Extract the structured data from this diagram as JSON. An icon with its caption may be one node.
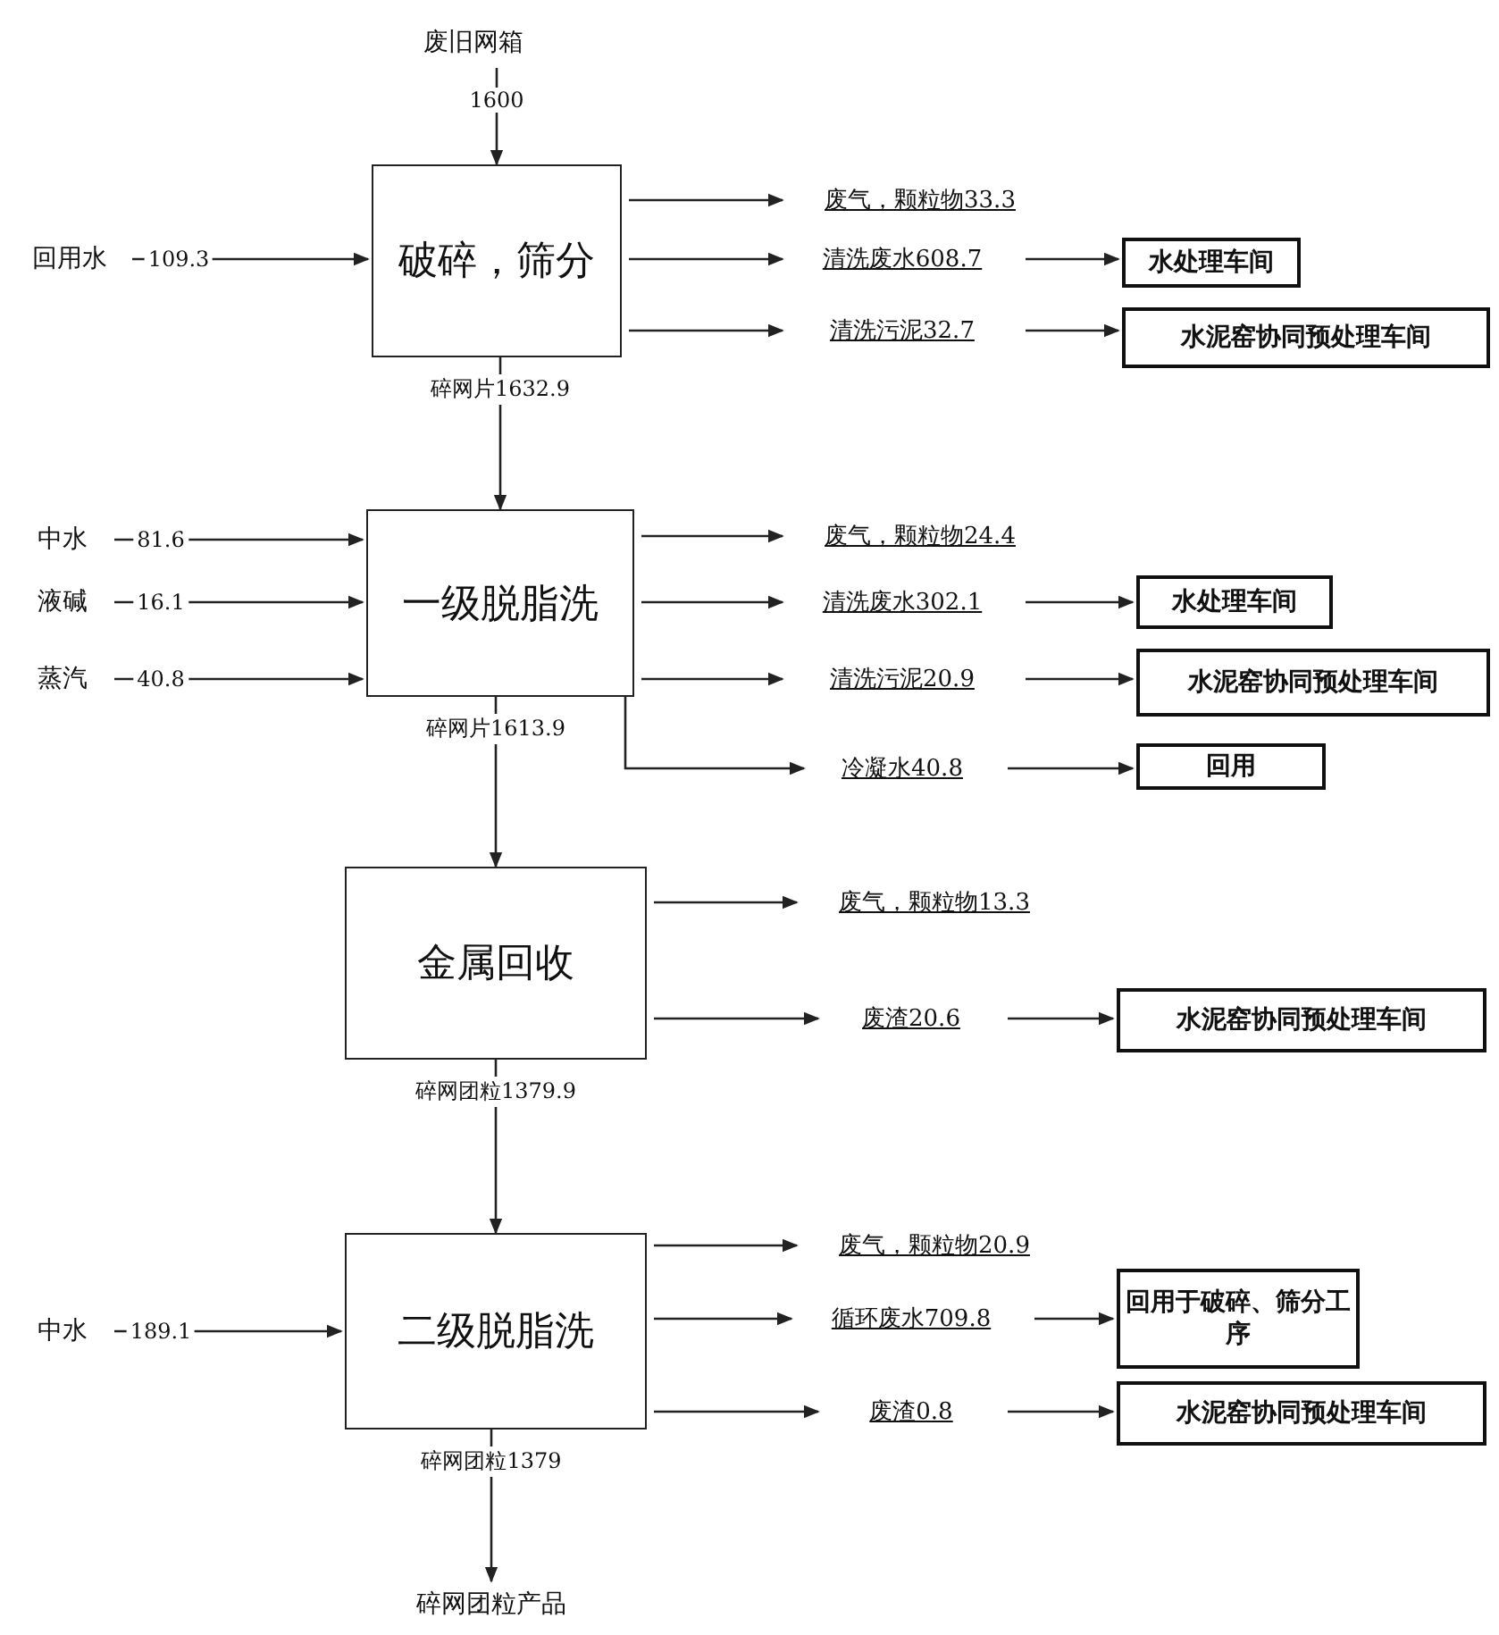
{
  "diagram": {
    "nodes": [
      {
        "text": [
          "废旧网箱"
        ]
      },
      {
        "text": [
          "回用水"
        ]
      },
      {
        "text": [
          "破碎，筛分"
        ]
      },
      {
        "text": [
          "废气，颗粒物33.3"
        ]
      },
      {
        "text": [
          "清洗废水608.7"
        ]
      },
      {
        "text": [
          "水处理车间"
        ]
      },
      {
        "text": [
          "清洗污泥32.7"
        ]
      },
      {
        "text": [
          "水泥窑协同预处理车间"
        ]
      },
      {
        "text": [
          "中水"
        ]
      },
      {
        "text": [
          "液碱"
        ]
      },
      {
        "text": [
          "蒸汽"
        ]
      },
      {
        "text": [
          "一级脱脂洗"
        ]
      },
      {
        "text": [
          "废气，颗粒物24.4"
        ]
      },
      {
        "text": [
          "清洗废水302.1"
        ]
      },
      {
        "text": [
          "水处理车间"
        ]
      },
      {
        "text": [
          "清洗污泥20.9"
        ]
      },
      {
        "text": [
          "水泥窑协同预处理车间"
        ]
      },
      {
        "text": [
          "冷凝水40.8"
        ]
      },
      {
        "text": [
          "回用"
        ]
      },
      {
        "text": [
          "金属回收"
        ]
      },
      {
        "text": [
          "废气，颗粒物13.3"
        ]
      },
      {
        "text": [
          "废渣20.6"
        ]
      },
      {
        "text": [
          "水泥窑协同预处理车间"
        ]
      },
      {
        "text": [
          "中水"
        ]
      },
      {
        "text": [
          "二级脱脂洗"
        ]
      },
      {
        "text": [
          "废气，颗粒物20.9"
        ]
      },
      {
        "text": [
          "循环废水709.8"
        ]
      },
      {
        "text": [
          "回用于破碎、筛分工序"
        ]
      },
      {
        "text": [
          "废渣0.8"
        ]
      },
      {
        "text": [
          "水泥窑协同预处理车间"
        ]
      },
      {
        "text": [
          "碎网团粒产品"
        ]
      }
    ],
    "edges": [
      {
        "from": 0,
        "to": 2,
        "arrow": "to",
        "label": "1600"
      },
      {
        "from": 1,
        "to": 2,
        "arrow": "to",
        "label": "109.3"
      },
      {
        "from": 2,
        "to": 3,
        "arrow": "to"
      },
      {
        "from": 2,
        "to": 4,
        "arrow": "to"
      },
      {
        "from": 4,
        "to": 5,
        "arrow": "to"
      },
      {
        "from": 2,
        "to": 6,
        "arrow": "to"
      },
      {
        "from": 6,
        "to": 7,
        "arrow": "to"
      },
      {
        "from": 2,
        "to": 11,
        "arrow": "to",
        "label": "碎网片1632.9"
      },
      {
        "from": 8,
        "to": 11,
        "arrow": "to",
        "label": "81.6"
      },
      {
        "from": 9,
        "to": 11,
        "arrow": "to",
        "label": "16.1"
      },
      {
        "from": 10,
        "to": 11,
        "arrow": "to",
        "label": "40.8"
      },
      {
        "from": 11,
        "to": 12,
        "arrow": "to"
      },
      {
        "from": 11,
        "to": 13,
        "arrow": "to"
      },
      {
        "from": 13,
        "to": 14,
        "arrow": "to"
      },
      {
        "from": 11,
        "to": 15,
        "arrow": "to"
      },
      {
        "from": 15,
        "to": 16,
        "arrow": "to"
      },
      {
        "from": 11,
        "to": 17,
        "arrow": "to"
      },
      {
        "from": 17,
        "to": 18,
        "arrow": "to"
      },
      {
        "from": 11,
        "to": 19,
        "arrow": "to",
        "label": "碎网片1613.9"
      },
      {
        "from": 19,
        "to": 20,
        "arrow": "to"
      },
      {
        "from": 19,
        "to": 21,
        "arrow": "to"
      },
      {
        "from": 21,
        "to": 22,
        "arrow": "to"
      },
      {
        "from": 19,
        "to": 24,
        "arrow": "to",
        "label": "碎网团粒1379.9"
      },
      {
        "from": 23,
        "to": 24,
        "arrow": "to",
        "label": "189.1"
      },
      {
        "from": 24,
        "to": 25,
        "arrow": "to"
      },
      {
        "from": 24,
        "to": 26,
        "arrow": "to"
      },
      {
        "from": 26,
        "to": 27,
        "arrow": "to"
      },
      {
        "from": 24,
        "to": 28,
        "arrow": "to"
      },
      {
        "from": 28,
        "to": 29,
        "arrow": "to"
      },
      {
        "from": 24,
        "to": 30,
        "arrow": "to",
        "label": "碎网团粒1379"
      }
    ]
  }
}
